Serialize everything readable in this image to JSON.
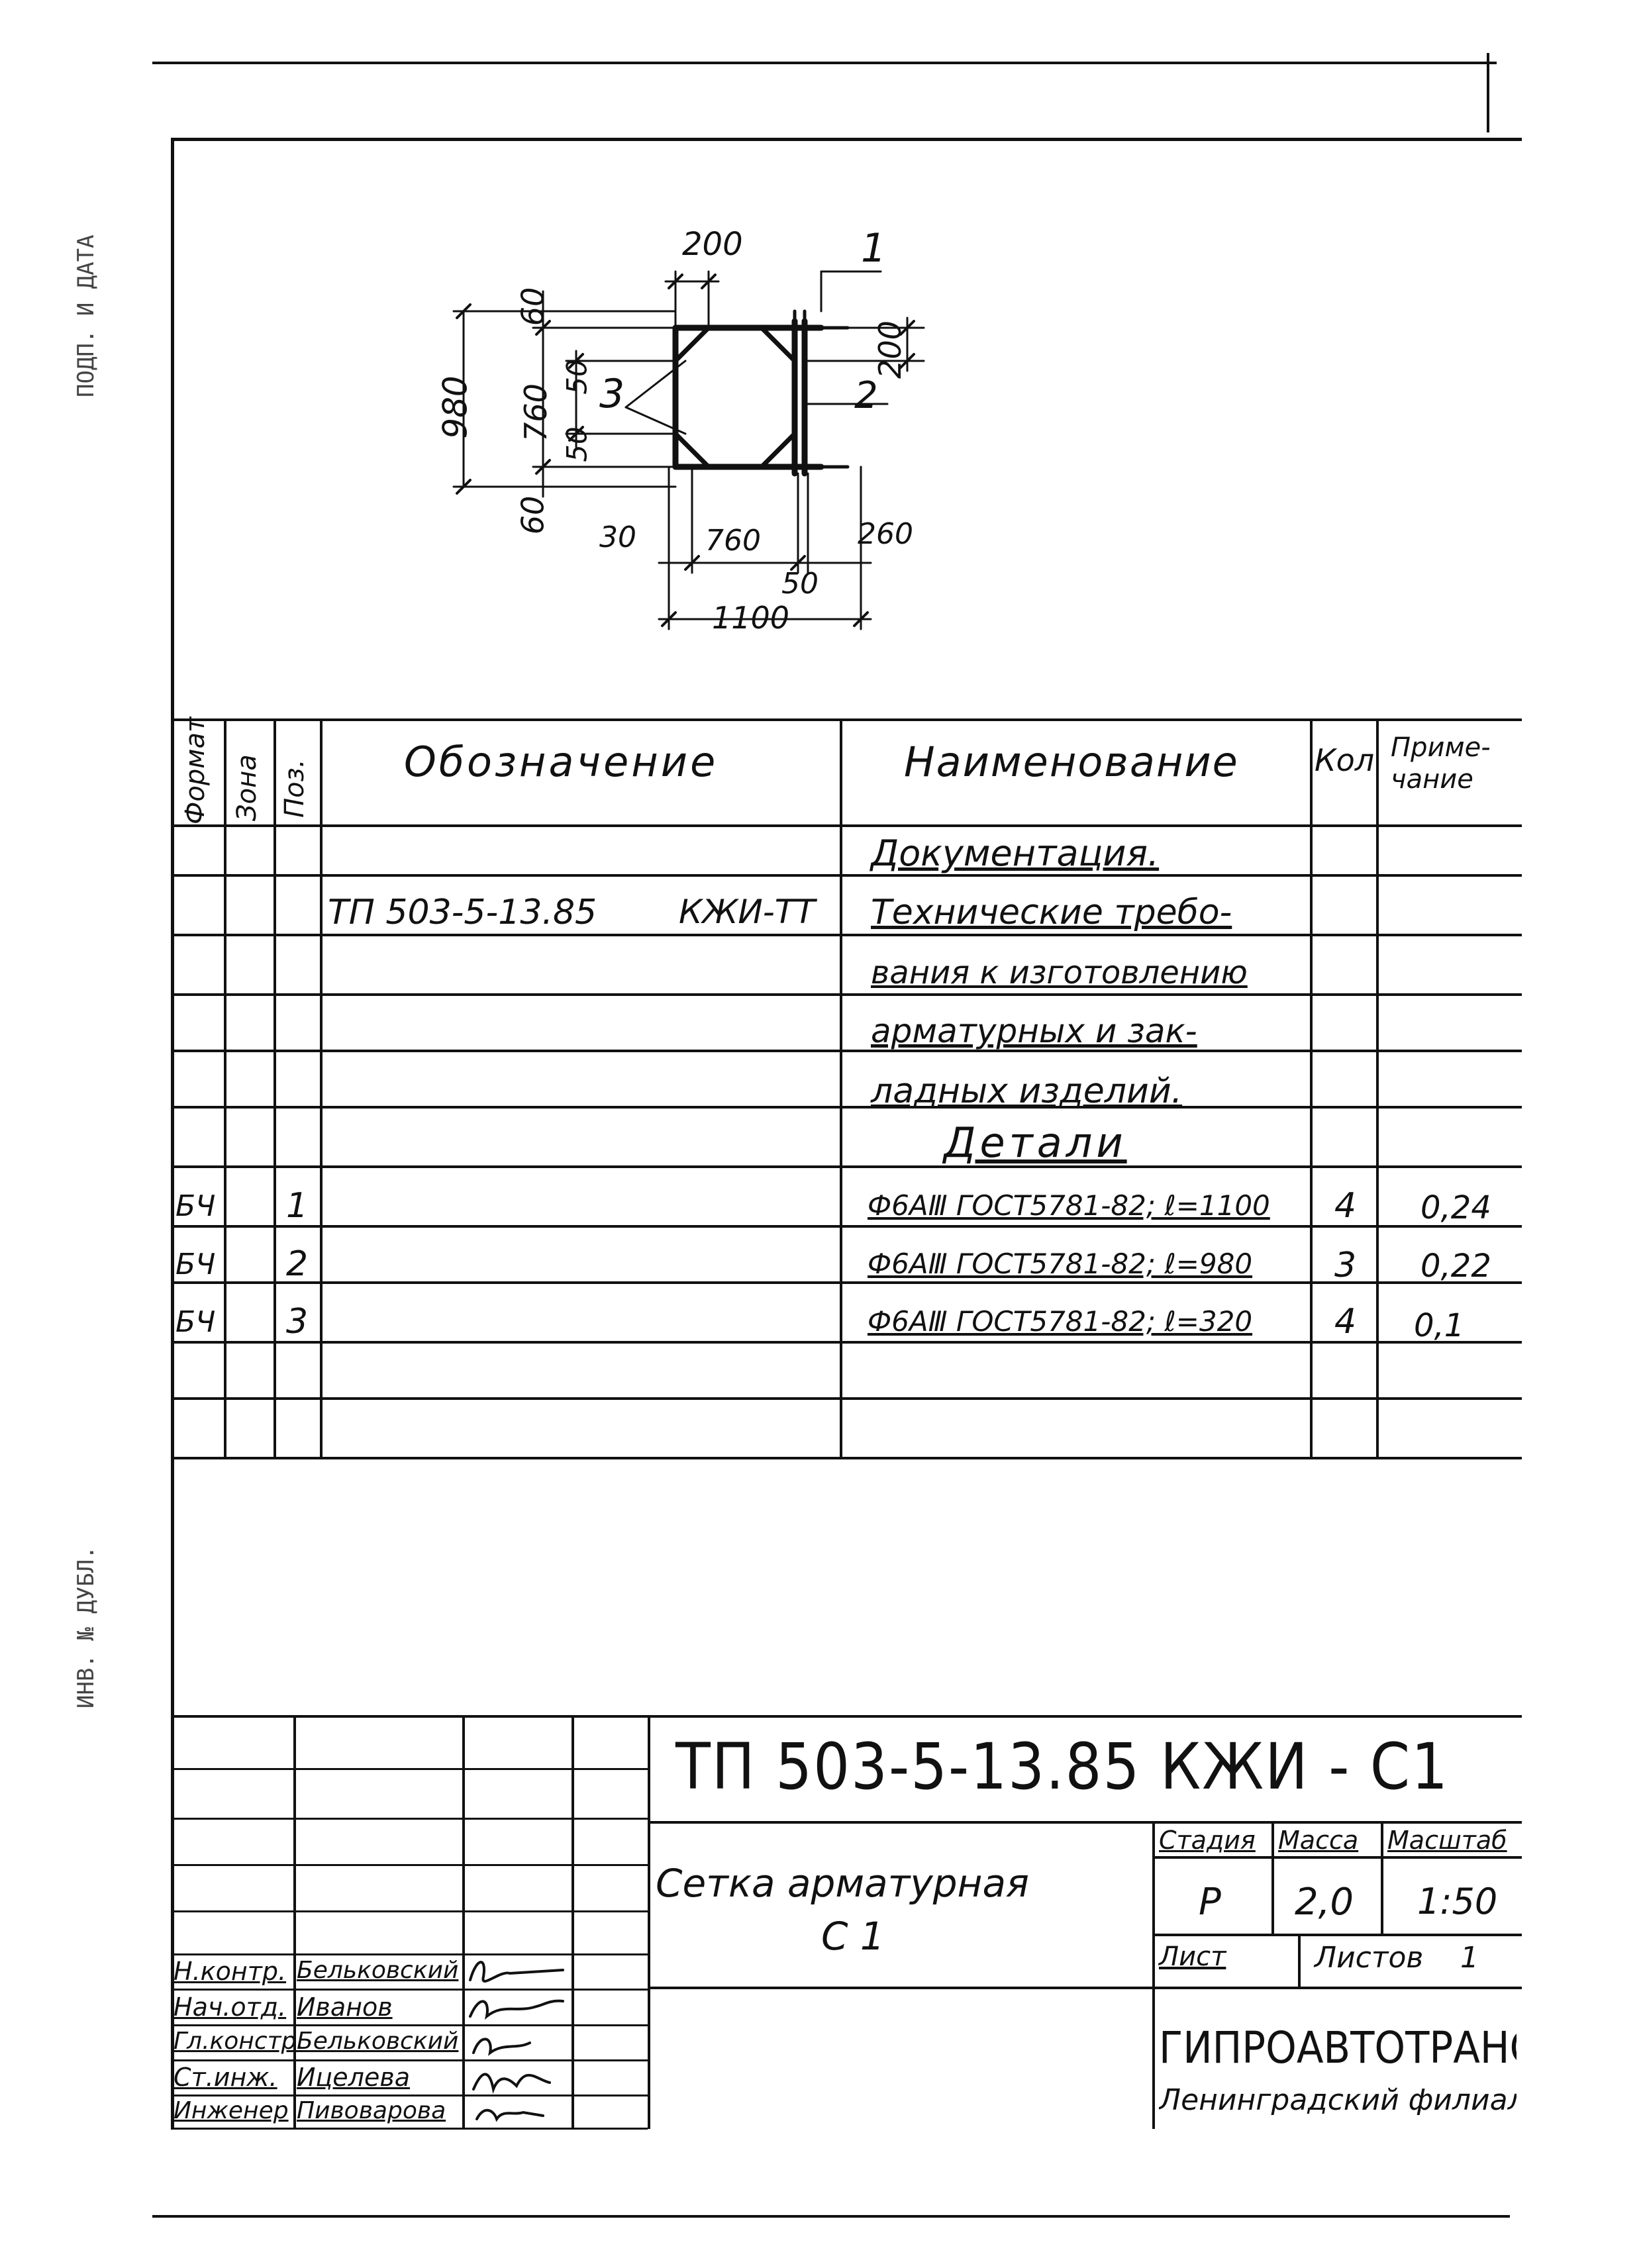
{
  "drawing": {
    "labels": {
      "d200_top": "200",
      "pos1": "1",
      "d60_top": "60",
      "d980": "980",
      "d760_left": "760",
      "d50_a": "50",
      "pos3": "3",
      "d50_b": "50",
      "d60_bottom": "60",
      "d200_right": "200",
      "pos2": "2",
      "d30": "30",
      "d760_bottom": "760",
      "d260": "260",
      "d50_bottom": "50",
      "d1100": "1100"
    }
  },
  "spec_table": {
    "headers": {
      "format": "Формат",
      "zone": "Зона",
      "pos": "Поз.",
      "designation": "Обозначение",
      "name": "Наименование",
      "qty": "Кол",
      "note": "Приме-чание"
    },
    "section_docs": "Документация.",
    "doc_designation": "ТП 503-5-13.85",
    "doc_code": "КЖИ-ТТ",
    "doc_name_lines": [
      "Технические требо-",
      "вания к изготовлению",
      "арматурных и зак-",
      "ладных изделий."
    ],
    "section_details": "Детали",
    "rows": [
      {
        "format": "БЧ",
        "pos": "1",
        "name": "Ф6АⅢ ГОСТ5781-82; ℓ=1100",
        "qty": "4",
        "note": "0,24"
      },
      {
        "format": "БЧ",
        "pos": "2",
        "name": "Ф6АⅢ ГОСТ5781-82; ℓ=980",
        "qty": "3",
        "note": "0,22"
      },
      {
        "format": "БЧ",
        "pos": "3",
        "name": "Ф6АⅢ ГОСТ5781-82; ℓ=320",
        "qty": "4",
        "note": "0,1"
      }
    ]
  },
  "title_block": {
    "doc_number": "ТП 503-5-13.85 КЖИ - С1",
    "title_line1": "Сетка арматурная",
    "title_line2": "С 1",
    "stage_label": "Стадия",
    "mass_label": "Масса",
    "scale_label": "Масштаб",
    "stage": "Р",
    "mass": "2,0",
    "scale": "1:50",
    "sheet_label": "Лист",
    "sheets_label": "Листов",
    "sheets_count": "1",
    "org_name": "ГИПРОАВТОТРАНС",
    "org_branch": "Ленинградский филиал",
    "signers": [
      {
        "role": "Н.контр.",
        "name": "Бельковский"
      },
      {
        "role": "Нач.отд.",
        "name": "Иванов"
      },
      {
        "role": "Гл.констр.",
        "name": "Бельковский"
      },
      {
        "role": "Ст.инж.",
        "name": "Ицелева"
      },
      {
        "role": "Инженер",
        "name": "Пивоварова"
      }
    ]
  },
  "margin": {
    "stamp_text": "ПОДП. И ДАТА",
    "stamp_text2": "ИНВ. № ДУБЛ."
  }
}
